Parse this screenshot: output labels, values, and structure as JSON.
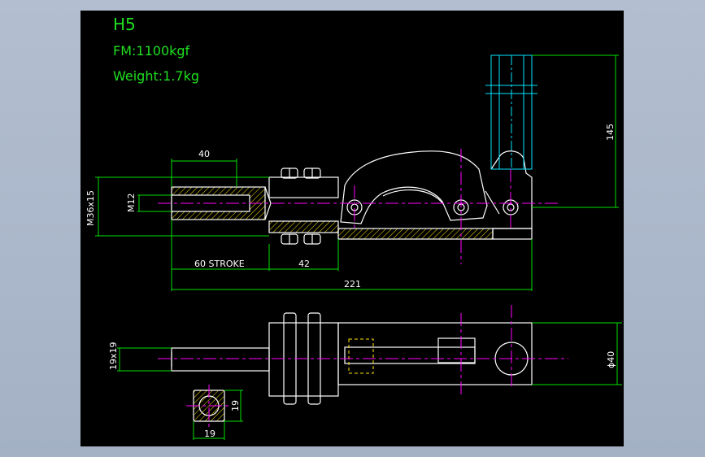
{
  "title_block": {
    "model": "H5",
    "force": "FM:1100kgf",
    "weight": "Weight:1.7kg"
  },
  "dimensions": {
    "stroke": "60 STROKE",
    "body_length": "42",
    "overall_length": "221",
    "plunger_length": "40",
    "plunger_thread": "M36x15",
    "inner_thread": "M12",
    "height": "145",
    "base_section": "19x19",
    "diameter": "ϕ40",
    "section_w": "19",
    "section_h": "19"
  },
  "colors": {
    "background": "#000000",
    "outline": "#ffffff",
    "dimension": "#00e000",
    "centerline": "#ff00ff",
    "hatch": "#ffe400",
    "phantom": "#00e5ff"
  }
}
